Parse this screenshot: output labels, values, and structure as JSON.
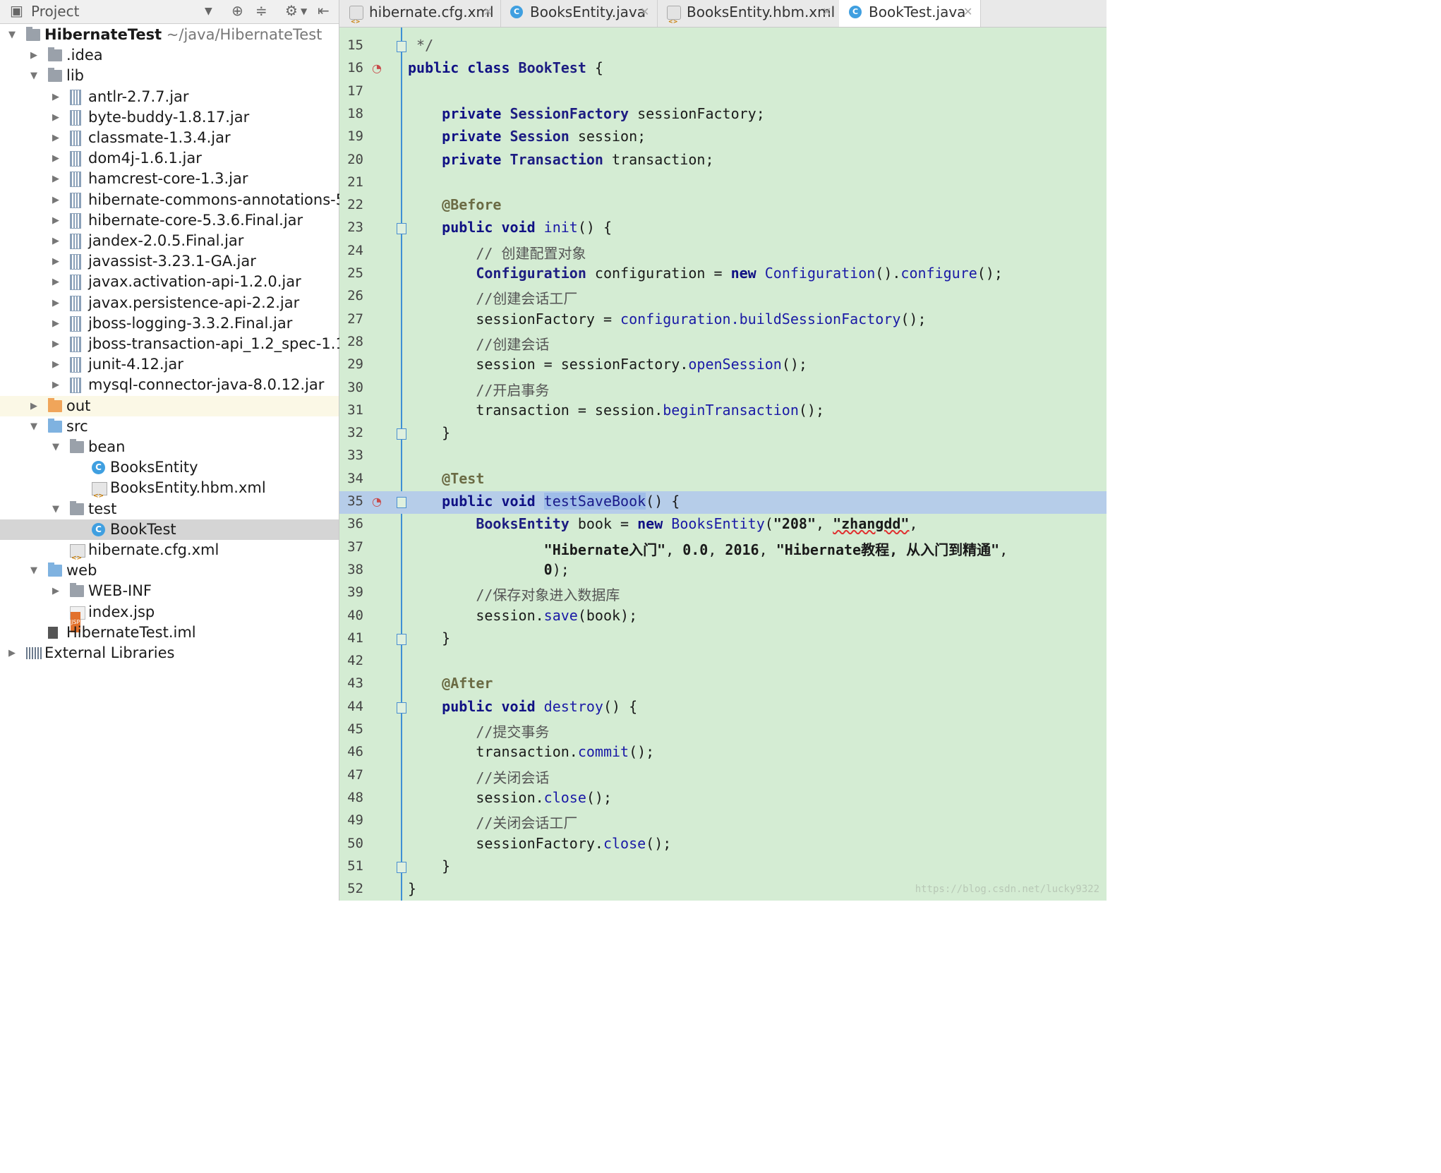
{
  "project_panel": {
    "title": "Project",
    "tree": [
      {
        "label": "HibernateTest",
        "sub": "~/java/HibernateTest",
        "bold": true,
        "icon": "module-folder-icon",
        "arrow": "▼",
        "level": 0
      },
      {
        "label": ".idea",
        "icon": "folder-icon",
        "arrow": "▶",
        "level": 1
      },
      {
        "label": "lib",
        "icon": "folder-icon",
        "arrow": "▼",
        "level": 1
      },
      {
        "label": "antlr-2.7.7.jar",
        "icon": "jar-icon",
        "arrow": "▶",
        "level": 2
      },
      {
        "label": "byte-buddy-1.8.17.jar",
        "icon": "jar-icon",
        "arrow": "▶",
        "level": 2
      },
      {
        "label": "classmate-1.3.4.jar",
        "icon": "jar-icon",
        "arrow": "▶",
        "level": 2
      },
      {
        "label": "dom4j-1.6.1.jar",
        "icon": "jar-icon",
        "arrow": "▶",
        "level": 2
      },
      {
        "label": "hamcrest-core-1.3.jar",
        "icon": "jar-icon",
        "arrow": "▶",
        "level": 2
      },
      {
        "label": "hibernate-commons-annotations-5",
        "icon": "jar-icon",
        "arrow": "▶",
        "level": 2
      },
      {
        "label": "hibernate-core-5.3.6.Final.jar",
        "icon": "jar-icon",
        "arrow": "▶",
        "level": 2
      },
      {
        "label": "jandex-2.0.5.Final.jar",
        "icon": "jar-icon",
        "arrow": "▶",
        "level": 2
      },
      {
        "label": "javassist-3.23.1-GA.jar",
        "icon": "jar-icon",
        "arrow": "▶",
        "level": 2
      },
      {
        "label": "javax.activation-api-1.2.0.jar",
        "icon": "jar-icon",
        "arrow": "▶",
        "level": 2
      },
      {
        "label": "javax.persistence-api-2.2.jar",
        "icon": "jar-icon",
        "arrow": "▶",
        "level": 2
      },
      {
        "label": "jboss-logging-3.3.2.Final.jar",
        "icon": "jar-icon",
        "arrow": "▶",
        "level": 2
      },
      {
        "label": "jboss-transaction-api_1.2_spec-1.1.",
        "icon": "jar-icon",
        "arrow": "▶",
        "level": 2
      },
      {
        "label": "junit-4.12.jar",
        "icon": "jar-icon",
        "arrow": "▶",
        "level": 2
      },
      {
        "label": "mysql-connector-java-8.0.12.jar",
        "icon": "jar-icon",
        "arrow": "▶",
        "level": 2
      },
      {
        "label": "out",
        "icon": "excluded-folder-icon",
        "arrow": "▶",
        "level": 1,
        "state": "hl"
      },
      {
        "label": "src",
        "icon": "source-folder-icon",
        "arrow": "▼",
        "level": 1
      },
      {
        "label": "bean",
        "icon": "package-icon",
        "arrow": "▼",
        "level": 2
      },
      {
        "label": "BooksEntity",
        "icon": "class-icon",
        "arrow": "",
        "level": 3
      },
      {
        "label": "BooksEntity.hbm.xml",
        "icon": "xml-file-icon",
        "arrow": "",
        "level": 3
      },
      {
        "label": "test",
        "icon": "package-icon",
        "arrow": "▼",
        "level": 2
      },
      {
        "label": "BookTest",
        "icon": "test-class-icon",
        "arrow": "",
        "level": 3,
        "state": "sel"
      },
      {
        "label": "hibernate.cfg.xml",
        "icon": "xml-file-icon",
        "arrow": "",
        "level": 2
      },
      {
        "label": "web",
        "icon": "web-folder-icon",
        "arrow": "▼",
        "level": 1
      },
      {
        "label": "WEB-INF",
        "icon": "folder-icon",
        "arrow": "▶",
        "level": 2
      },
      {
        "label": "index.jsp",
        "icon": "jsp-file-icon",
        "arrow": "",
        "level": 2
      },
      {
        "label": "HibernateTest.iml",
        "icon": "iml-file-icon",
        "arrow": "",
        "level": 1
      },
      {
        "label": "External Libraries",
        "icon": "libraries-icon",
        "arrow": "▶",
        "level": 0
      }
    ]
  },
  "tabs": [
    {
      "label": "hibernate.cfg.xml",
      "icon": "xml-file-icon",
      "active": false
    },
    {
      "label": "BooksEntity.java",
      "icon": "class-icon",
      "active": false
    },
    {
      "label": "BooksEntity.hbm.xml",
      "icon": "xml-file-icon",
      "active": false
    },
    {
      "label": "BookTest.java",
      "icon": "test-class-icon",
      "active": true
    }
  ],
  "editor": {
    "lines": [
      {
        "n": "15",
        "parts": [
          [
            "cm",
            " */"
          ]
        ],
        "fold": true
      },
      {
        "n": "16",
        "parts": [
          [
            "kw",
            "public class "
          ],
          [
            "ty",
            "BookTest"
          ],
          [
            "",
            " {"
          ]
        ],
        "bp": true
      },
      {
        "n": "17",
        "parts": []
      },
      {
        "n": "18",
        "parts": [
          [
            "",
            "    "
          ],
          [
            "kw",
            "private "
          ],
          [
            "ty",
            "SessionFactory"
          ],
          [
            "",
            " sessionFactory;"
          ]
        ]
      },
      {
        "n": "19",
        "parts": [
          [
            "",
            "    "
          ],
          [
            "kw",
            "private "
          ],
          [
            "ty",
            "Session"
          ],
          [
            "",
            " session;"
          ]
        ]
      },
      {
        "n": "20",
        "parts": [
          [
            "",
            "    "
          ],
          [
            "kw",
            "private "
          ],
          [
            "ty",
            "Transaction"
          ],
          [
            "",
            " transaction;"
          ]
        ]
      },
      {
        "n": "21",
        "parts": []
      },
      {
        "n": "22",
        "parts": [
          [
            "",
            "    "
          ],
          [
            "an",
            "@Before"
          ]
        ]
      },
      {
        "n": "23",
        "parts": [
          [
            "",
            "    "
          ],
          [
            "kw",
            "public void "
          ],
          [
            "mt",
            "init"
          ],
          [
            "",
            "() {"
          ]
        ],
        "fold": true
      },
      {
        "n": "24",
        "parts": [
          [
            "",
            "        "
          ],
          [
            "cm",
            "// 创建配置对象"
          ]
        ]
      },
      {
        "n": "25",
        "parts": [
          [
            "",
            "        "
          ],
          [
            "ty",
            "Configuration"
          ],
          [
            "",
            " configuration = "
          ],
          [
            "kw",
            "new "
          ],
          [
            "mt",
            "Configuration"
          ],
          [
            "",
            "()."
          ],
          [
            "mt",
            "configure"
          ],
          [
            "",
            "();"
          ]
        ]
      },
      {
        "n": "26",
        "parts": [
          [
            "",
            "        "
          ],
          [
            "cm",
            "//创建会话工厂"
          ]
        ]
      },
      {
        "n": "27",
        "parts": [
          [
            "",
            "        sessionFactory = "
          ],
          [
            "mt",
            "configuration.buildSessionFactory"
          ],
          [
            "",
            "();"
          ]
        ]
      },
      {
        "n": "28",
        "parts": [
          [
            "",
            "        "
          ],
          [
            "cm",
            "//创建会话"
          ]
        ]
      },
      {
        "n": "29",
        "parts": [
          [
            "",
            "        session = sessionFactory."
          ],
          [
            "mt",
            "openSession"
          ],
          [
            "",
            "();"
          ]
        ]
      },
      {
        "n": "30",
        "parts": [
          [
            "",
            "        "
          ],
          [
            "cm",
            "//开启事务"
          ]
        ]
      },
      {
        "n": "31",
        "parts": [
          [
            "",
            "        transaction = session."
          ],
          [
            "mt",
            "beginTransaction"
          ],
          [
            "",
            "();"
          ]
        ]
      },
      {
        "n": "32",
        "parts": [
          [
            "",
            "    }"
          ]
        ],
        "fold": true
      },
      {
        "n": "33",
        "parts": []
      },
      {
        "n": "34",
        "parts": [
          [
            "",
            "    "
          ],
          [
            "an",
            "@Test"
          ]
        ]
      },
      {
        "n": "35",
        "parts": [
          [
            "",
            "    "
          ],
          [
            "kw",
            "public void "
          ],
          [
            "selw",
            "testSaveBook"
          ],
          [
            "",
            "() {"
          ]
        ],
        "fold": true,
        "bp": true,
        "current": true
      },
      {
        "n": "36",
        "parts": [
          [
            "",
            "        "
          ],
          [
            "ty",
            "BooksEntity"
          ],
          [
            "",
            " book = "
          ],
          [
            "kw",
            "new "
          ],
          [
            "mt",
            "BooksEntity"
          ],
          [
            "",
            "("
          ],
          [
            "st",
            "\"208\""
          ],
          [
            "",
            ", "
          ],
          [
            "st squig",
            "\"zhangdd\""
          ],
          [
            "",
            ","
          ]
        ]
      },
      {
        "n": "37",
        "parts": [
          [
            "",
            "                "
          ],
          [
            "st",
            "\"Hibernate入门\""
          ],
          [
            "",
            ", "
          ],
          [
            "st",
            "0.0"
          ],
          [
            "",
            ", "
          ],
          [
            "st",
            "2016"
          ],
          [
            "",
            ", "
          ],
          [
            "st",
            "\"Hibernate教程, 从入门到精通\""
          ],
          [
            "",
            ","
          ]
        ]
      },
      {
        "n": "38",
        "parts": [
          [
            "",
            "                "
          ],
          [
            "st",
            "0"
          ],
          [
            "",
            ");"
          ]
        ]
      },
      {
        "n": "39",
        "parts": [
          [
            "",
            "        "
          ],
          [
            "cm",
            "//保存对象进入数据库"
          ]
        ]
      },
      {
        "n": "40",
        "parts": [
          [
            "",
            "        session."
          ],
          [
            "mt",
            "save"
          ],
          [
            "",
            "(book);"
          ]
        ]
      },
      {
        "n": "41",
        "parts": [
          [
            "",
            "    }"
          ]
        ],
        "fold": true
      },
      {
        "n": "42",
        "parts": []
      },
      {
        "n": "43",
        "parts": [
          [
            "",
            "    "
          ],
          [
            "an",
            "@After"
          ]
        ]
      },
      {
        "n": "44",
        "parts": [
          [
            "",
            "    "
          ],
          [
            "kw",
            "public void "
          ],
          [
            "mt",
            "destroy"
          ],
          [
            "",
            "() {"
          ]
        ],
        "fold": true
      },
      {
        "n": "45",
        "parts": [
          [
            "",
            "        "
          ],
          [
            "cm",
            "//提交事务"
          ]
        ]
      },
      {
        "n": "46",
        "parts": [
          [
            "",
            "        transaction."
          ],
          [
            "mt",
            "commit"
          ],
          [
            "",
            "();"
          ]
        ]
      },
      {
        "n": "47",
        "parts": [
          [
            "",
            "        "
          ],
          [
            "cm",
            "//关闭会话"
          ]
        ]
      },
      {
        "n": "48",
        "parts": [
          [
            "",
            "        session."
          ],
          [
            "mt",
            "close"
          ],
          [
            "",
            "();"
          ]
        ]
      },
      {
        "n": "49",
        "parts": [
          [
            "",
            "        "
          ],
          [
            "cm",
            "//关闭会话工厂"
          ]
        ]
      },
      {
        "n": "50",
        "parts": [
          [
            "",
            "        sessionFactory."
          ],
          [
            "mt",
            "close"
          ],
          [
            "",
            "();"
          ]
        ]
      },
      {
        "n": "51",
        "parts": [
          [
            "",
            "    }"
          ]
        ],
        "fold": true
      },
      {
        "n": "52",
        "parts": [
          [
            "",
            "}"
          ]
        ]
      }
    ]
  },
  "watermark": "https://blog.csdn.net/lucky9322"
}
